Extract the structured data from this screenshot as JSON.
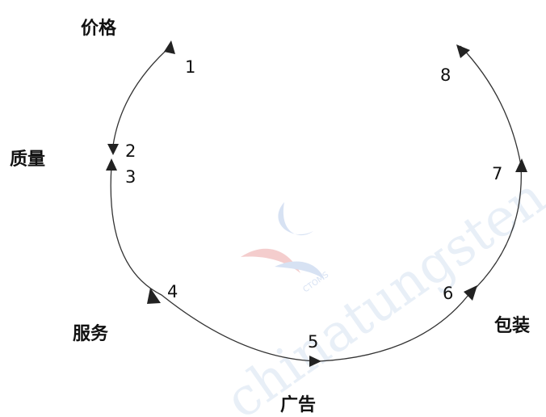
{
  "diagram": {
    "labels": {
      "price": "价格",
      "quality": "质量",
      "service": "服务",
      "advertising": "广告",
      "packaging": "包装"
    },
    "markers": [
      "1",
      "2",
      "3",
      "4",
      "5",
      "6",
      "7",
      "8"
    ],
    "watermark": {
      "text": "chinatungsten.com",
      "logo_text": "CTOMS"
    },
    "colors": {
      "line": "#333333",
      "watermark": "#c9d8ef",
      "logo_red": "#f0b9b9",
      "logo_blue": "#c7d6ef"
    }
  }
}
